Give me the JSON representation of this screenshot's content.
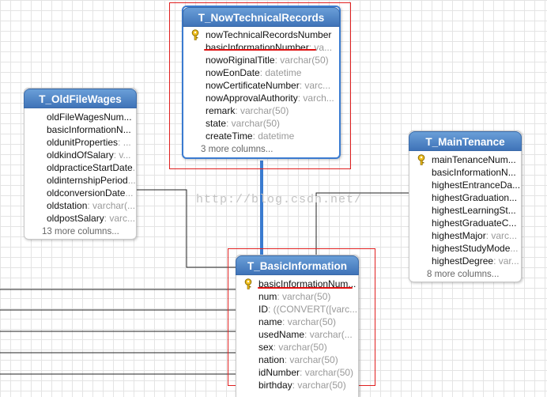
{
  "watermark": "http://blog.csdn.net/",
  "tables": {
    "now_technical": {
      "title": "T_NowTechnicalRecords",
      "rows": [
        {
          "name": "nowTechnicalRecordsNumber",
          "type": ""
        },
        {
          "name": "basicInformationNumber",
          "type": ": va..."
        },
        {
          "name": "nowoRiginalTitle",
          "type": ": varchar(50)"
        },
        {
          "name": "nowEonDate",
          "type": ": datetime"
        },
        {
          "name": "nowCertificateNumber",
          "type": ": varc..."
        },
        {
          "name": "nowApprovalAuthority",
          "type": ": varch..."
        },
        {
          "name": "remark",
          "type": ": varchar(50)"
        },
        {
          "name": "state",
          "type": ": varchar(50)"
        },
        {
          "name": "createTime",
          "type": ": datetime"
        }
      ],
      "more": "3 more columns..."
    },
    "old_file_wages": {
      "title": "T_OldFileWages",
      "rows": [
        {
          "name": "oldFileWagesNum...",
          "type": ""
        },
        {
          "name": "basicInformationN...",
          "type": ""
        },
        {
          "name": "oldunitProperties",
          "type": ": ..."
        },
        {
          "name": "oldkindOfSalary",
          "type": ": v..."
        },
        {
          "name": "oldpracticeStartDate",
          "type": "..."
        },
        {
          "name": "oldinternshipPeriod",
          "type": "..."
        },
        {
          "name": "oldconversionDate",
          "type": "..."
        },
        {
          "name": "oldstation",
          "type": ": varchar(..."
        },
        {
          "name": "oldpostSalary",
          "type": ": varc..."
        }
      ],
      "more": "13 more columns..."
    },
    "maintenance": {
      "title": "T_MainTenance",
      "rows": [
        {
          "name": "mainTenanceNum...",
          "type": ""
        },
        {
          "name": "basicInformationN...",
          "type": ""
        },
        {
          "name": "highestEntranceDa...",
          "type": ""
        },
        {
          "name": "highestGraduation...",
          "type": ""
        },
        {
          "name": "highestLearningSt...",
          "type": ""
        },
        {
          "name": "highestGraduateC...",
          "type": ""
        },
        {
          "name": "highestMajor",
          "type": ": varc..."
        },
        {
          "name": "highestStudyMode",
          "type": "..."
        },
        {
          "name": "highestDegree",
          "type": ": var..."
        }
      ],
      "more": "8 more columns..."
    },
    "basic_information": {
      "title": "T_BasicInformation",
      "rows": [
        {
          "name": "basicInformationNum...",
          "type": ""
        },
        {
          "name": "num",
          "type": ": varchar(50)"
        },
        {
          "name": "ID",
          "type": ": ((CONVERT([varc..."
        },
        {
          "name": "name",
          "type": ": varchar(50)"
        },
        {
          "name": "usedName",
          "type": ": varchar(..."
        },
        {
          "name": "sex",
          "type": ": varchar(50)"
        },
        {
          "name": "nation",
          "type": ": varchar(50)"
        },
        {
          "name": "idNumber",
          "type": ": varchar(50)"
        },
        {
          "name": "birthday",
          "type": ": varchar(50)"
        }
      ]
    }
  },
  "colors": {
    "header_top": "#6a9fd8",
    "header_bottom": "#3f73b8",
    "relation_blue": "#3a7bd0",
    "selection_red": "#e02020",
    "underline_red": "#e01010"
  }
}
